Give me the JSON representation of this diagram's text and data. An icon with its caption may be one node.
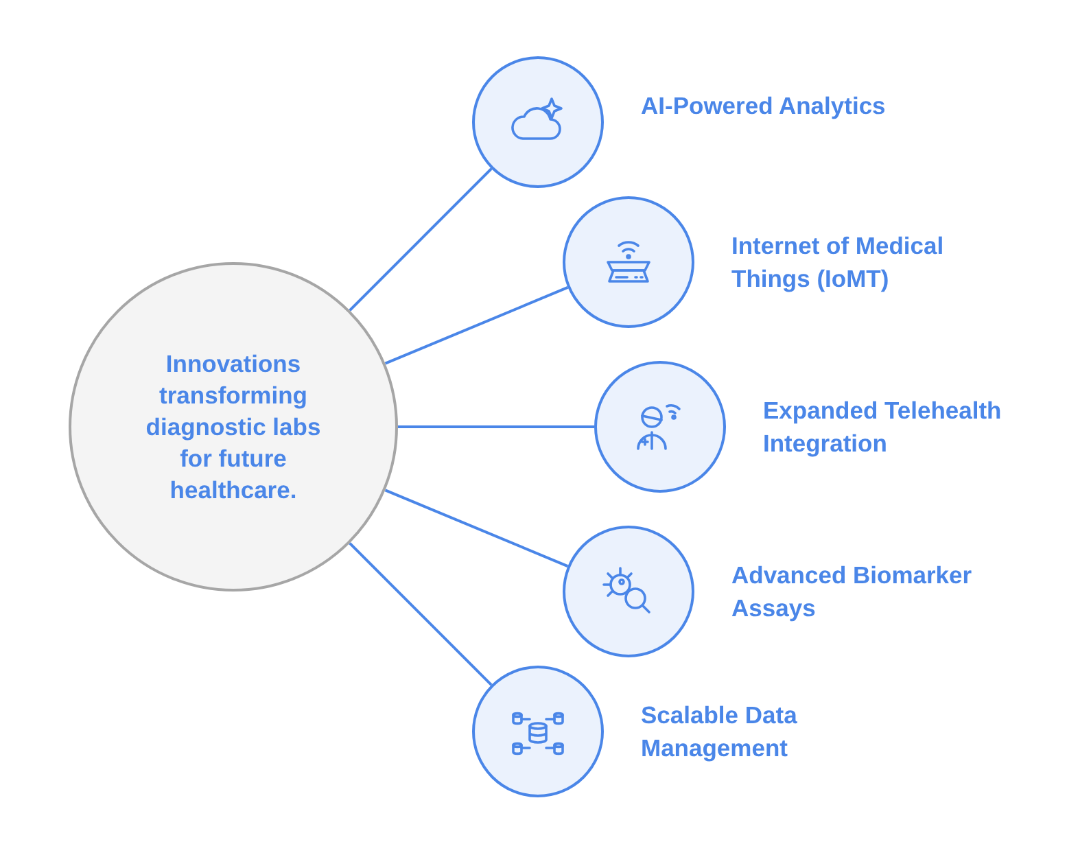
{
  "diagram": {
    "nodes": [
      {
        "text": [
          "Innovations transforming diagnostic labs for future healthcare."
        ]
      },
      {
        "text": [],
        "shape": "circle",
        "beside": [
          "AI-Powered Analytics"
        ]
      },
      {
        "text": [],
        "shape": "circle",
        "beside": [
          "Internet of Medical Things (IoMT)"
        ]
      },
      {
        "text": [],
        "shape": "circle",
        "beside": [
          "Expanded Telehealth Integration"
        ]
      },
      {
        "text": [],
        "shape": "circle",
        "beside": [
          "Advanced Biomarker Assays"
        ]
      },
      {
        "text": [],
        "shape": "circle",
        "beside": [
          "Scalable Data Management"
        ]
      }
    ],
    "edges": [
      {
        "from": 0,
        "to": 1,
        "arrow": "none"
      },
      {
        "from": 0,
        "to": 2,
        "arrow": "none"
      },
      {
        "from": 0,
        "to": 3,
        "arrow": "none"
      },
      {
        "from": 0,
        "to": 4,
        "arrow": "none"
      },
      {
        "from": 0,
        "to": 5,
        "arrow": "none"
      }
    ]
  }
}
